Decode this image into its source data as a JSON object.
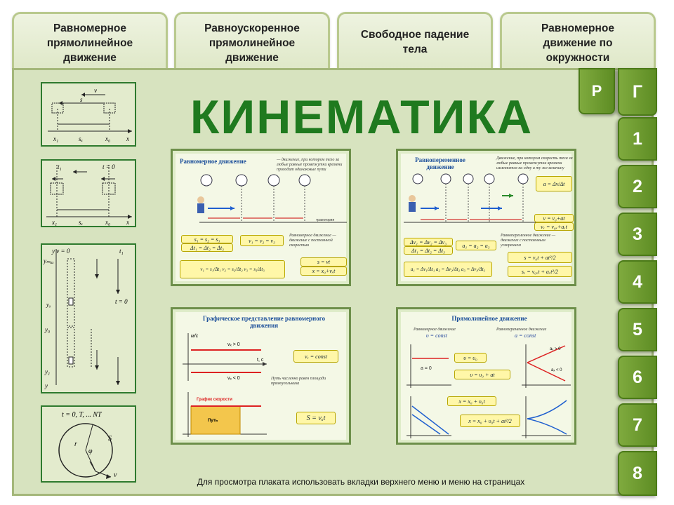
{
  "top_tabs": [
    {
      "line1": "Равномерное",
      "line2": "прямолинейное",
      "line3": "движение"
    },
    {
      "line1": "Равноускоренное",
      "line2": "прямолинейное",
      "line3": "движение"
    },
    {
      "line1": "Свободное падение",
      "line2": "тела",
      "line3": ""
    },
    {
      "line1": "Равномерное",
      "line2": "движение по",
      "line3": "окружности"
    }
  ],
  "title": "КИНЕМАТИКА",
  "side_tabs": {
    "r": "Р",
    "g": "Г",
    "numbers": [
      "1",
      "2",
      "3",
      "4",
      "5",
      "6",
      "7",
      "8"
    ]
  },
  "posters": {
    "p1": {
      "title": "Равномерное движение",
      "note": "— движение, при котором тело за любые равные промежутки времени проходит одинаковые пути",
      "trajectory": "траектория",
      "eq1": "s₁ = s₂ = s₃",
      "eq2": "Δt₁ = Δt₂ = Δt₃",
      "eq3": "v₁ = v₂ = v₃",
      "note2": "Равномерное движение — движение с постоянной скоростью",
      "eq4": "s = vt",
      "eq5": "x = x₀+vₓt",
      "eq6": "v₁ = s₁/Δt₁   v₂ = s₂/Δt₂   v₃ = s₃/Δt₃"
    },
    "p2": {
      "title": "Равнопеременное движение",
      "note": "Движение, при котором скорость тела за любые равные промежутки времени изменяется на одну и ту же величину",
      "eq1": "a = Δv/Δt",
      "eq2": "v = v₀+at",
      "eq3": "vₓ = v₀ₓ+aₓt",
      "eq4": "Δv₁ = Δv₂ = Δv₃",
      "eq5": "Δt₁ = Δt₂ = Δt₃",
      "eq6": "a₁ = a₂ = a₃",
      "note2": "Равнопеременное движение — движение с постоянным ускорением",
      "eq7": "s = v₀t + at²/2",
      "eq8": "sₓ = v₀ₓt + aₓt²/2"
    },
    "p3": {
      "title": "Графическое представление равномерного движения",
      "unit": "м/с",
      "vx_pos": "vₓ > 0",
      "vx_neg": "vₓ < 0",
      "tc": "t, c",
      "const": "vₓ = const",
      "note": "Путь численно равен площади прямоугольника",
      "graph_label": "График скорости",
      "path_label": "Путь",
      "eq": "S = vₓt"
    },
    "p4": {
      "title": "Прямолинейное движение",
      "left_head": "Равномерное движение",
      "left_const": "υ = const",
      "right_head": "Равнопеременное движение",
      "right_const": "a = const",
      "a0": "a = 0",
      "eq1": "υ = υ₀",
      "eq2": "υ = υ₀ + at",
      "eq3": "x = x₀ + υ₀t",
      "eq4": "x = x₀ + υ₀t + at²/2",
      "ax_pos": "aₓ > 0",
      "ax_neg": "aₓ < 0"
    }
  },
  "thumbs": {
    "t1": {
      "v": "v",
      "s": "s",
      "labels": [
        "x₁",
        "sₓ",
        "x₀",
        "x"
      ]
    },
    "t2": {
      "t1": "t₁",
      "t0": "t = 0",
      "labels": [
        "x₁",
        "sₓ",
        "x₀",
        "x"
      ]
    },
    "t3": {
      "top": "y v = 0",
      "ymax": "yₘₐₓ",
      "t1": "t₁",
      "t0": "t = 0",
      "y0": "y₀",
      "y1": "y₁",
      "y": "y"
    },
    "t4": {
      "caption": "t = 0, T, ... NT",
      "r": "r",
      "s": "S",
      "v": "v",
      "phi": "φ"
    }
  },
  "footer": "Для просмотра плаката  использовать  вкладки верхнего меню и меню на страницах",
  "colors": {
    "panel": "#d7e3bf",
    "tab_green": "#6a9a2e",
    "title_green": "#1f7a1f"
  }
}
